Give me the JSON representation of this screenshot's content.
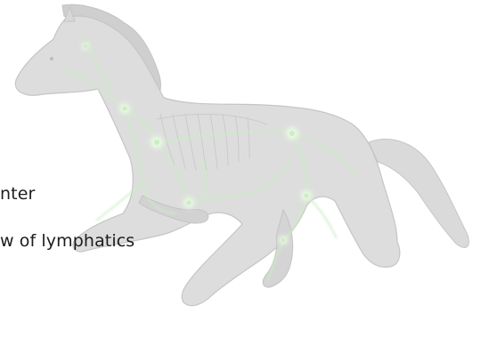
{
  "illustration": {
    "subject": "horse-lymphatic-system",
    "body_color": "#dcdcdc",
    "outline_color": "#c4c4c4",
    "lymph_color": "#c9eec3",
    "node_color": "#e6fbe0"
  },
  "captions": [
    {
      "text": "nter"
    },
    {
      "text": "w of lymphatics"
    }
  ]
}
